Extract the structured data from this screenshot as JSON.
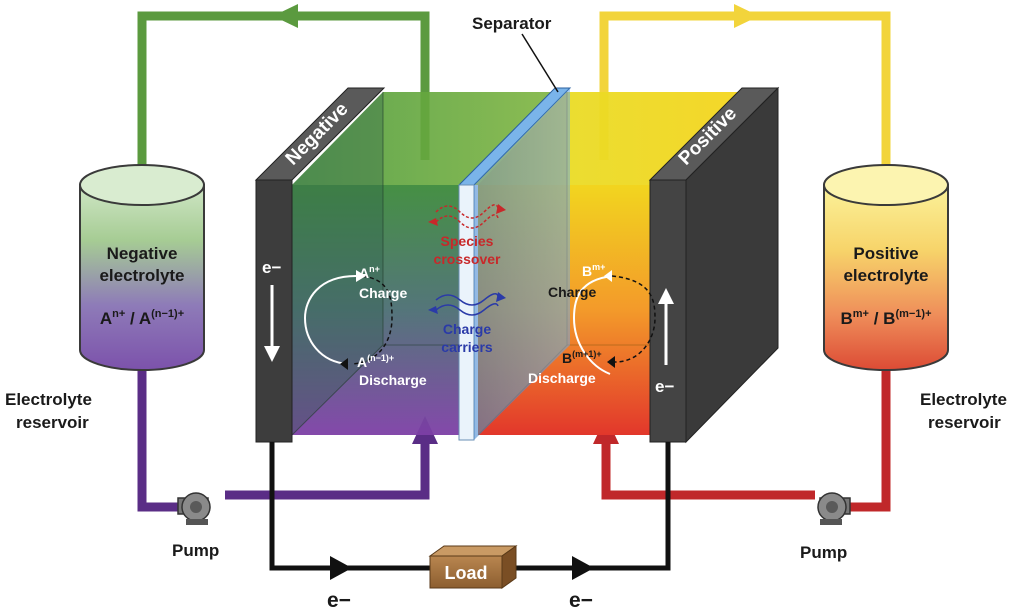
{
  "labels": {
    "separator": "Separator",
    "negative_electrode": "Negative",
    "positive_electrode": "Positive",
    "neg_electrolyte_line1": "Negative",
    "neg_electrolyte_line2": "electrolyte",
    "pos_electrolyte_line1": "Positive",
    "pos_electrolyte_line2": "electrolyte",
    "neg_species_base": "A",
    "neg_species_sup1": "n+",
    "neg_species_mid": " / A",
    "neg_species_sup2": "(n−1)+",
    "pos_species_base": "B",
    "pos_species_sup1": "m+",
    "pos_species_mid": " / B",
    "pos_species_sup2": "(m−1)+",
    "reservoir_left_line1": "Electrolyte",
    "reservoir_left_line2": "reservoir",
    "reservoir_right_line1": "Electrolyte",
    "reservoir_right_line2": "reservoir",
    "pump_left": "Pump",
    "pump_right": "Pump",
    "load": "Load",
    "electron": "e−",
    "species_crossover_line1": "Species",
    "species_crossover_line2": "crossover",
    "charge_carriers_line1": "Charge",
    "charge_carriers_line2": "carriers",
    "charge_left": "Charge",
    "discharge_left": "Discharge",
    "charge_right": "Charge",
    "discharge_right": "Discharge",
    "a_top_base": "A",
    "a_top_sup": "n+",
    "a_bottom_base": "A",
    "a_bottom_sup": "(n−1)+",
    "b_top_base": "B",
    "b_top_sup": "m+",
    "b_bottom_base": "B",
    "b_bottom_sup": "(m+1)+"
  },
  "colors": {
    "green_pipe": "#5b9a3f",
    "yellow_pipe": "#f2d43b",
    "purple_pipe": "#5a2d86",
    "red_pipe": "#c0282a",
    "separator": "#4a8fd6",
    "electrode": "#3d3d3d",
    "crossover_red": "#c8282a",
    "carrier_blue": "#2a3aa8"
  }
}
